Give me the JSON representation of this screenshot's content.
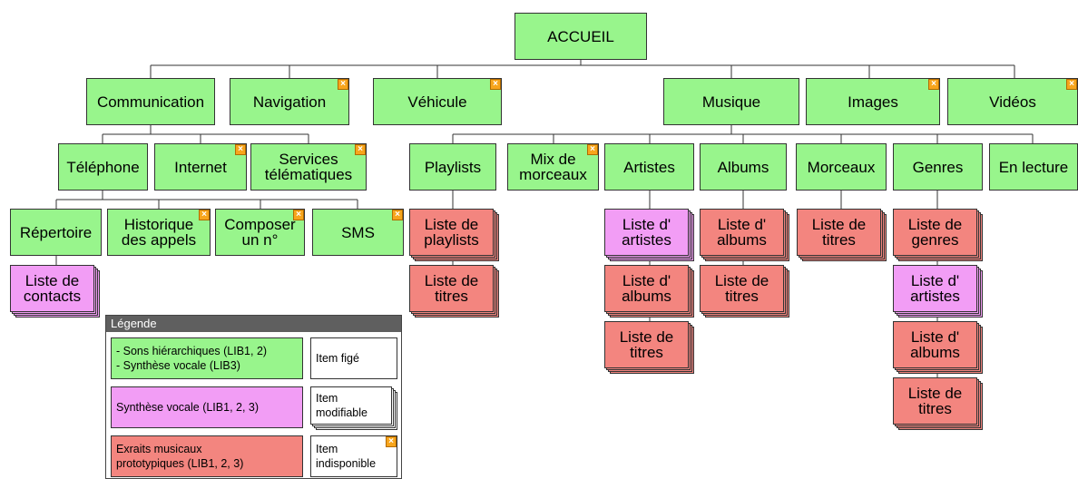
{
  "diagram": {
    "root": "ACCUEIL",
    "level1": {
      "communication": "Communication",
      "navigation": "Navigation",
      "vehicule": "Véhicule",
      "musique": "Musique",
      "images": "Images",
      "videos": "Vidéos"
    },
    "communication": {
      "telephone": "Téléphone",
      "internet": "Internet",
      "services": "Services\ntélématiques"
    },
    "telephone": {
      "repertoire": "Répertoire",
      "historique": "Historique\ndes appels",
      "composer": "Composer\nun n°",
      "sms": "SMS"
    },
    "repertoire": {
      "contacts": "Liste de\ncontacts"
    },
    "musique": {
      "playlists": "Playlists",
      "mix": "Mix de\nmorceaux",
      "artistes": "Artistes",
      "albums": "Albums",
      "morceaux": "Morceaux",
      "genres": "Genres",
      "en_lecture": "En lecture"
    },
    "playlists": {
      "liste_playlists": "Liste de\nplaylists",
      "liste_titres": "Liste de\ntitres"
    },
    "artistes": {
      "liste_artistes": "Liste d'\nartistes",
      "liste_albums": "Liste d'\nalbums",
      "liste_titres": "Liste de\ntitres"
    },
    "albums": {
      "liste_albums": "Liste d'\nalbums",
      "liste_titres": "Liste de\ntitres"
    },
    "morceaux": {
      "liste_titres": "Liste de\ntitres"
    },
    "genres": {
      "liste_genres": "Liste de\ngenres",
      "liste_artistes": "Liste d'\nartistes",
      "liste_albums": "Liste d'\nalbums",
      "liste_titres": "Liste de\ntitres"
    },
    "colors": {
      "green": "#98f58c",
      "pink": "#f29df5",
      "red": "#f3857f",
      "badge": "#f7a51c",
      "legend_header": "#5f5f5f"
    },
    "icons": {
      "unavailable": "orange-x-badge-icon"
    }
  },
  "legend": {
    "title": "Légende",
    "green_label": "- Sons hiérarchiques (LIB1, 2)\n- Synthèse vocale (LIB3)",
    "pink_label": "Synthèse vocale (LIB1, 2, 3)",
    "red_label": "Exraits musicaux\nprototypiques (LIB1, 2, 3)",
    "fixed_label": "Item figé",
    "modifiable_label": "Item\nmodifiable",
    "unavailable_label": "Item\nindisponible"
  }
}
